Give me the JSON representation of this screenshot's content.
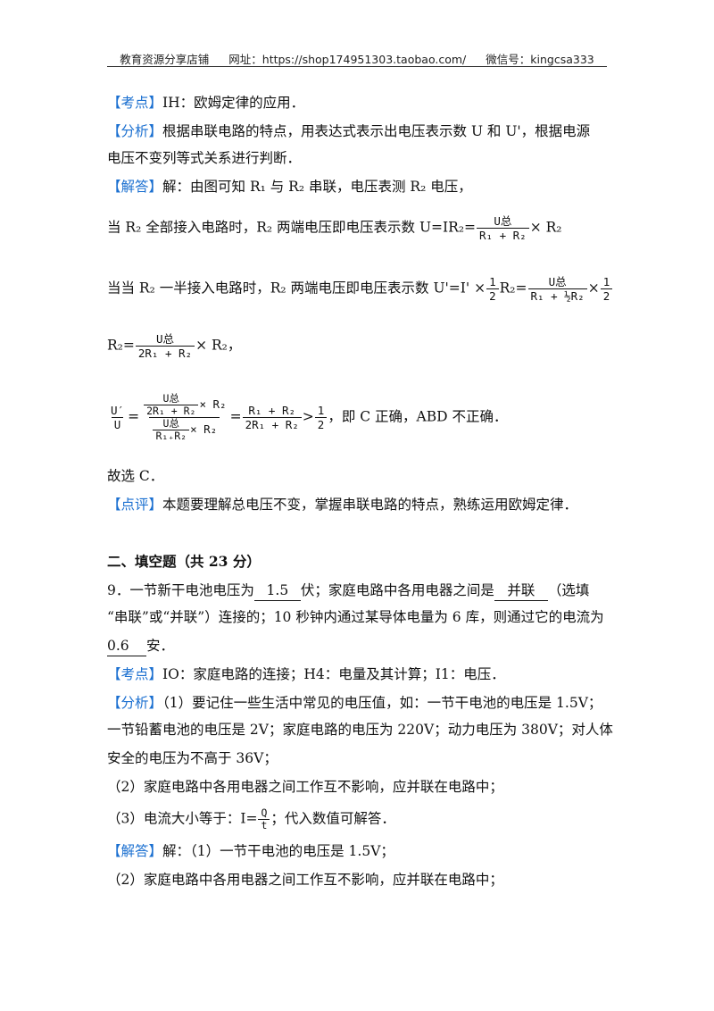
{
  "header": {
    "shop": "教育资源分享店铺",
    "url_label": "网址：https://shop174951303.taobao.com/",
    "wechat": "微信号：kingcsa333"
  },
  "q8": {
    "kaodian_tag": "【考点】",
    "kaodian_text": "IH：欧姆定律的应用．",
    "fenxi_tag": "【分析】",
    "fenxi_line1": "根据串联电路的特点，用表达式表示出电压表示数 U 和 U'，根据电源",
    "fenxi_line2": "电压不变列等式关系进行判断．",
    "jieda_tag": "【解答】",
    "jieda_line1": "解：由图可知 R₁ 与 R₂ 串联，电压表测 R₂ 电压，",
    "full_prefix": "当 R₂  全部接入电路时，R₂ 两端电压即电压表示数 U=IR₂=",
    "full_num": "U总",
    "full_den": "R₁ + R₂",
    "full_suffix": "× R₂",
    "half_prefix": "当当  R₂ 一半接入电路时，R₂ 两端电压即电压表示数  U'=I' ×",
    "half_frac_num": "1",
    "half_frac_den": "2",
    "half_mid": "R₂=",
    "half_big_num": "U总",
    "half_big_den": "R₁ + ½R₂",
    "half_times": "×",
    "half_end_num": "1",
    "half_end_den": "2",
    "r2_line_prefix": "R₂=",
    "r2_num": "U总",
    "r2_den": "2R₁ + R₂",
    "r2_suffix": "× R₂，",
    "ratio_left_num": "U′",
    "ratio_left_den": "U",
    "ratio_top_num": "U总",
    "ratio_top_den": "2R₁ + R₂",
    "ratio_top_times": "× R₂",
    "ratio_bot_num": "U总",
    "ratio_bot_den": "R₁₊R₂",
    "ratio_bot_times": "× R₂",
    "ratio_simpl_num": "R₁ + R₂",
    "ratio_simpl_den": "2R₁ + R₂",
    "ratio_gt": ">",
    "ratio_half_num": "1",
    "ratio_half_den": "2",
    "ratio_conclusion": "，即 C 正确，ABD 不正确．",
    "choice": "故选 C．",
    "dianping_tag": "【点评】",
    "dianping_text": "本题要理解总电压不变，掌握串联电路的特点，熟练运用欧姆定律．"
  },
  "section2": {
    "title": "二、填空题（共 23 分）"
  },
  "q9": {
    "stem_a": "9．一节新干电池电压为",
    "blank1": "1.5",
    "stem_b": "伏；家庭电路中各用电器之间是",
    "blank2": "并联",
    "stem_c": "（选填",
    "stem_line2": "“串联”或“并联”）连接的；10 秒钟内通过某导体电量为 6 库，则通过它的电流为",
    "blank3": "0.6",
    "stem_d": "安．",
    "kaodian_tag": "【考点】",
    "kaodian_text": "IO：家庭电路的连接；H4：电量及其计算；I1：电压．",
    "fenxi_tag": "【分析】",
    "fenxi_line1": "（1）要记住一些生活中常见的电压值，如：一节干电池的电压是 1.5V；",
    "fenxi_line2": "一节铅蓄电池的电压是 2V；家庭电路的电压为 220V；动力电压为 380V；对人体",
    "fenxi_line3": "安全的电压为不高于 36V；",
    "fenxi_line4": "（2）家庭电路中各用电器之间工作互不影响，应并联在电路中；",
    "fenxi_line5_prefix": "（3）电流大小等于：I=",
    "fenxi_line5_num": "Q",
    "fenxi_line5_den": "t",
    "fenxi_line5_suffix": "；代入数值可解答．",
    "jieda_tag": "【解答】",
    "jieda_line1": "解：（1）一节干电池的电压是 1.5V；",
    "jieda_line2": "（2）家庭电路中各用电器之间工作互不影响，应并联在电路中；"
  }
}
